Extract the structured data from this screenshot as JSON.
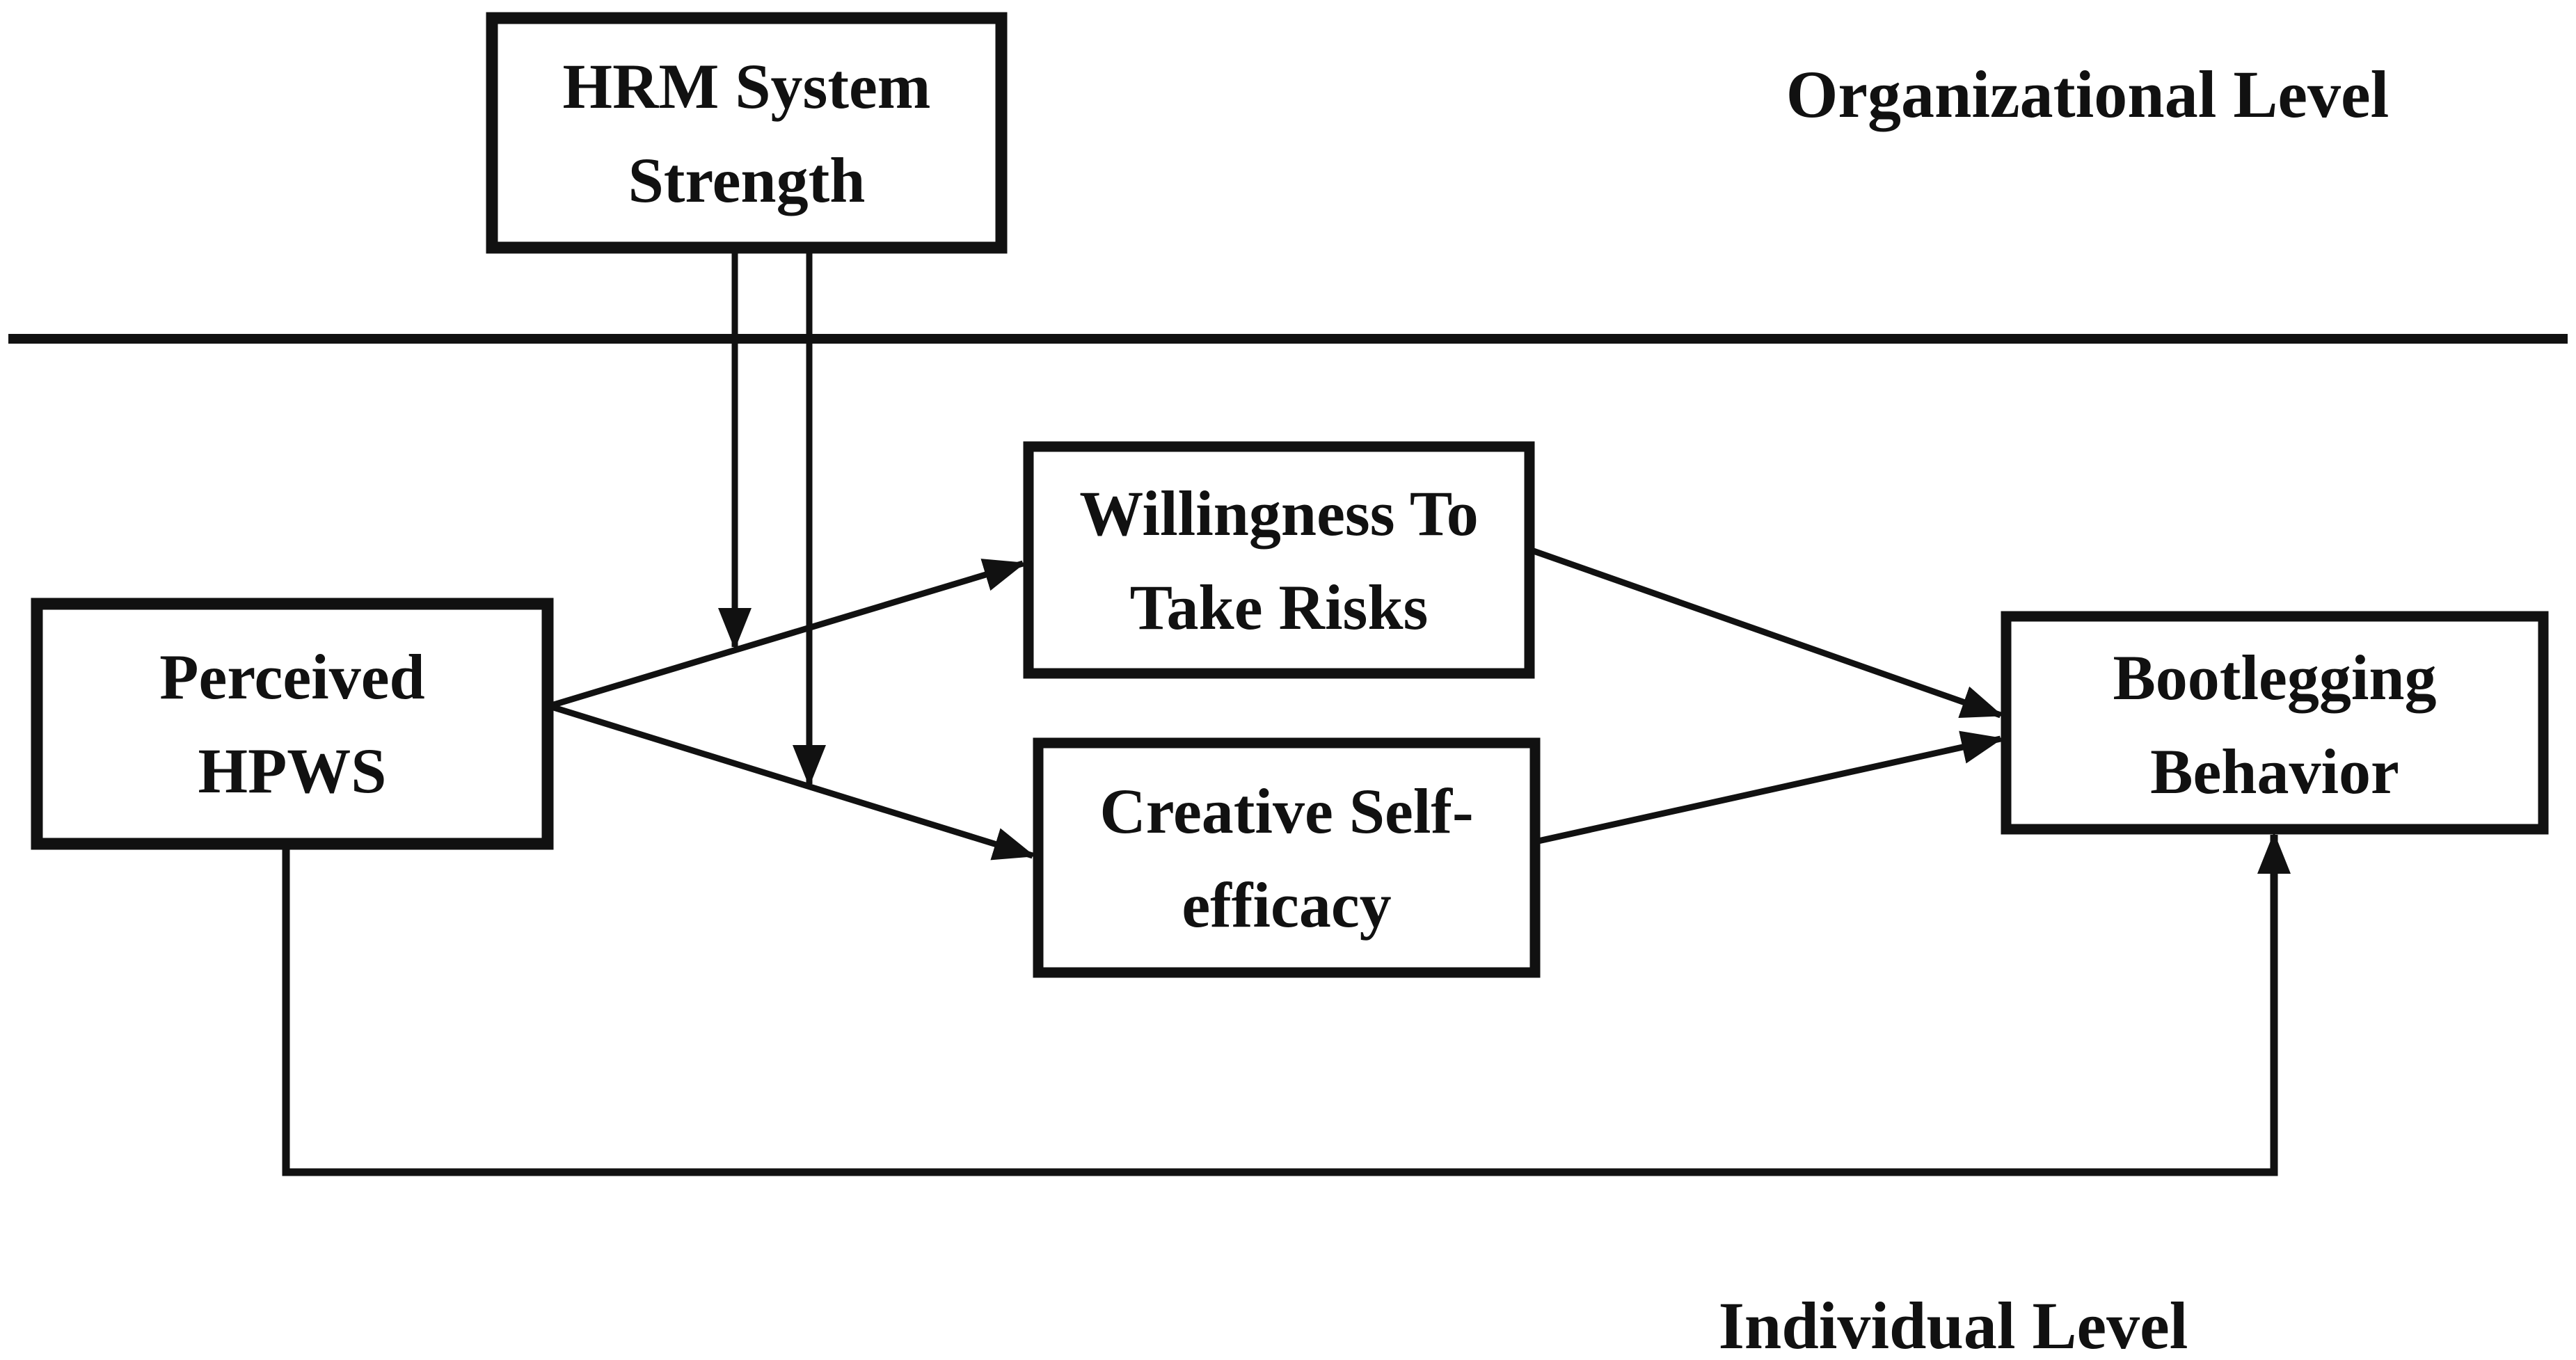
{
  "figure": {
    "background_color": "#ffffff",
    "ink_color": "#111111",
    "region_labels": {
      "organizational": "Organizational Level",
      "individual": "Individual Level"
    },
    "nodes": {
      "hrm": {
        "line1": "HRM System",
        "line2": "Strength"
      },
      "hpws": {
        "line1": "Perceived",
        "line2": "HPWS"
      },
      "willingness": {
        "line1": "Willingness To",
        "line2": "Take Risks"
      },
      "creative": {
        "line1": "Creative Self-",
        "line2": "efficacy"
      },
      "bootlegging": {
        "line1": "Bootlegging",
        "line2": "Behavior"
      }
    }
  }
}
